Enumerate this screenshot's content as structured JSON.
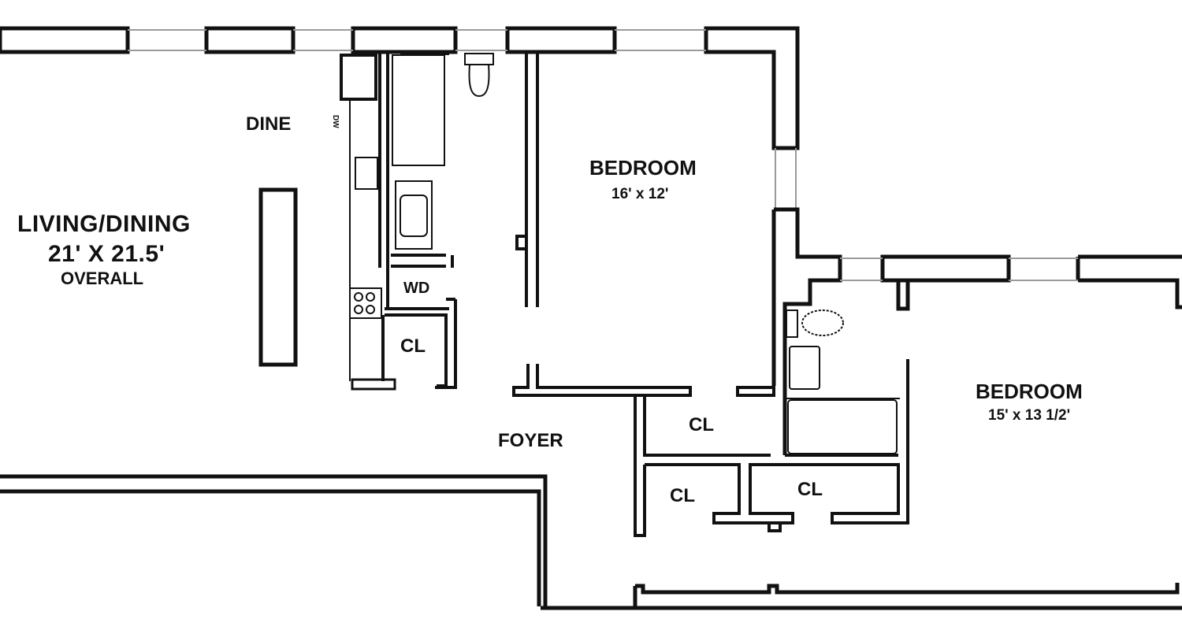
{
  "plan": {
    "colors": {
      "wall": "#111111",
      "window": "#9a9a9a",
      "background": "#ffffff"
    },
    "rooms": [
      {
        "id": "living_dining",
        "name": "LIVING/DINING",
        "dimensions": "21' X 21.5'",
        "note": "OVERALL"
      },
      {
        "id": "dine",
        "name": "DINE"
      },
      {
        "id": "bedroom1",
        "name": "BEDROOM",
        "dimensions": "16' x 12'"
      },
      {
        "id": "bedroom2",
        "name": "BEDROOM",
        "dimensions": "15' x 13 1/2'"
      },
      {
        "id": "foyer",
        "name": "FOYER"
      },
      {
        "id": "wd",
        "name": "WD"
      },
      {
        "id": "cl_kitchen",
        "name": "CL"
      },
      {
        "id": "cl_hall_upper",
        "name": "CL"
      },
      {
        "id": "cl_hall_lower_left",
        "name": "CL"
      },
      {
        "id": "cl_hall_lower_right",
        "name": "CL"
      }
    ],
    "fixtures": {
      "dishwasher_label": "DW"
    }
  }
}
